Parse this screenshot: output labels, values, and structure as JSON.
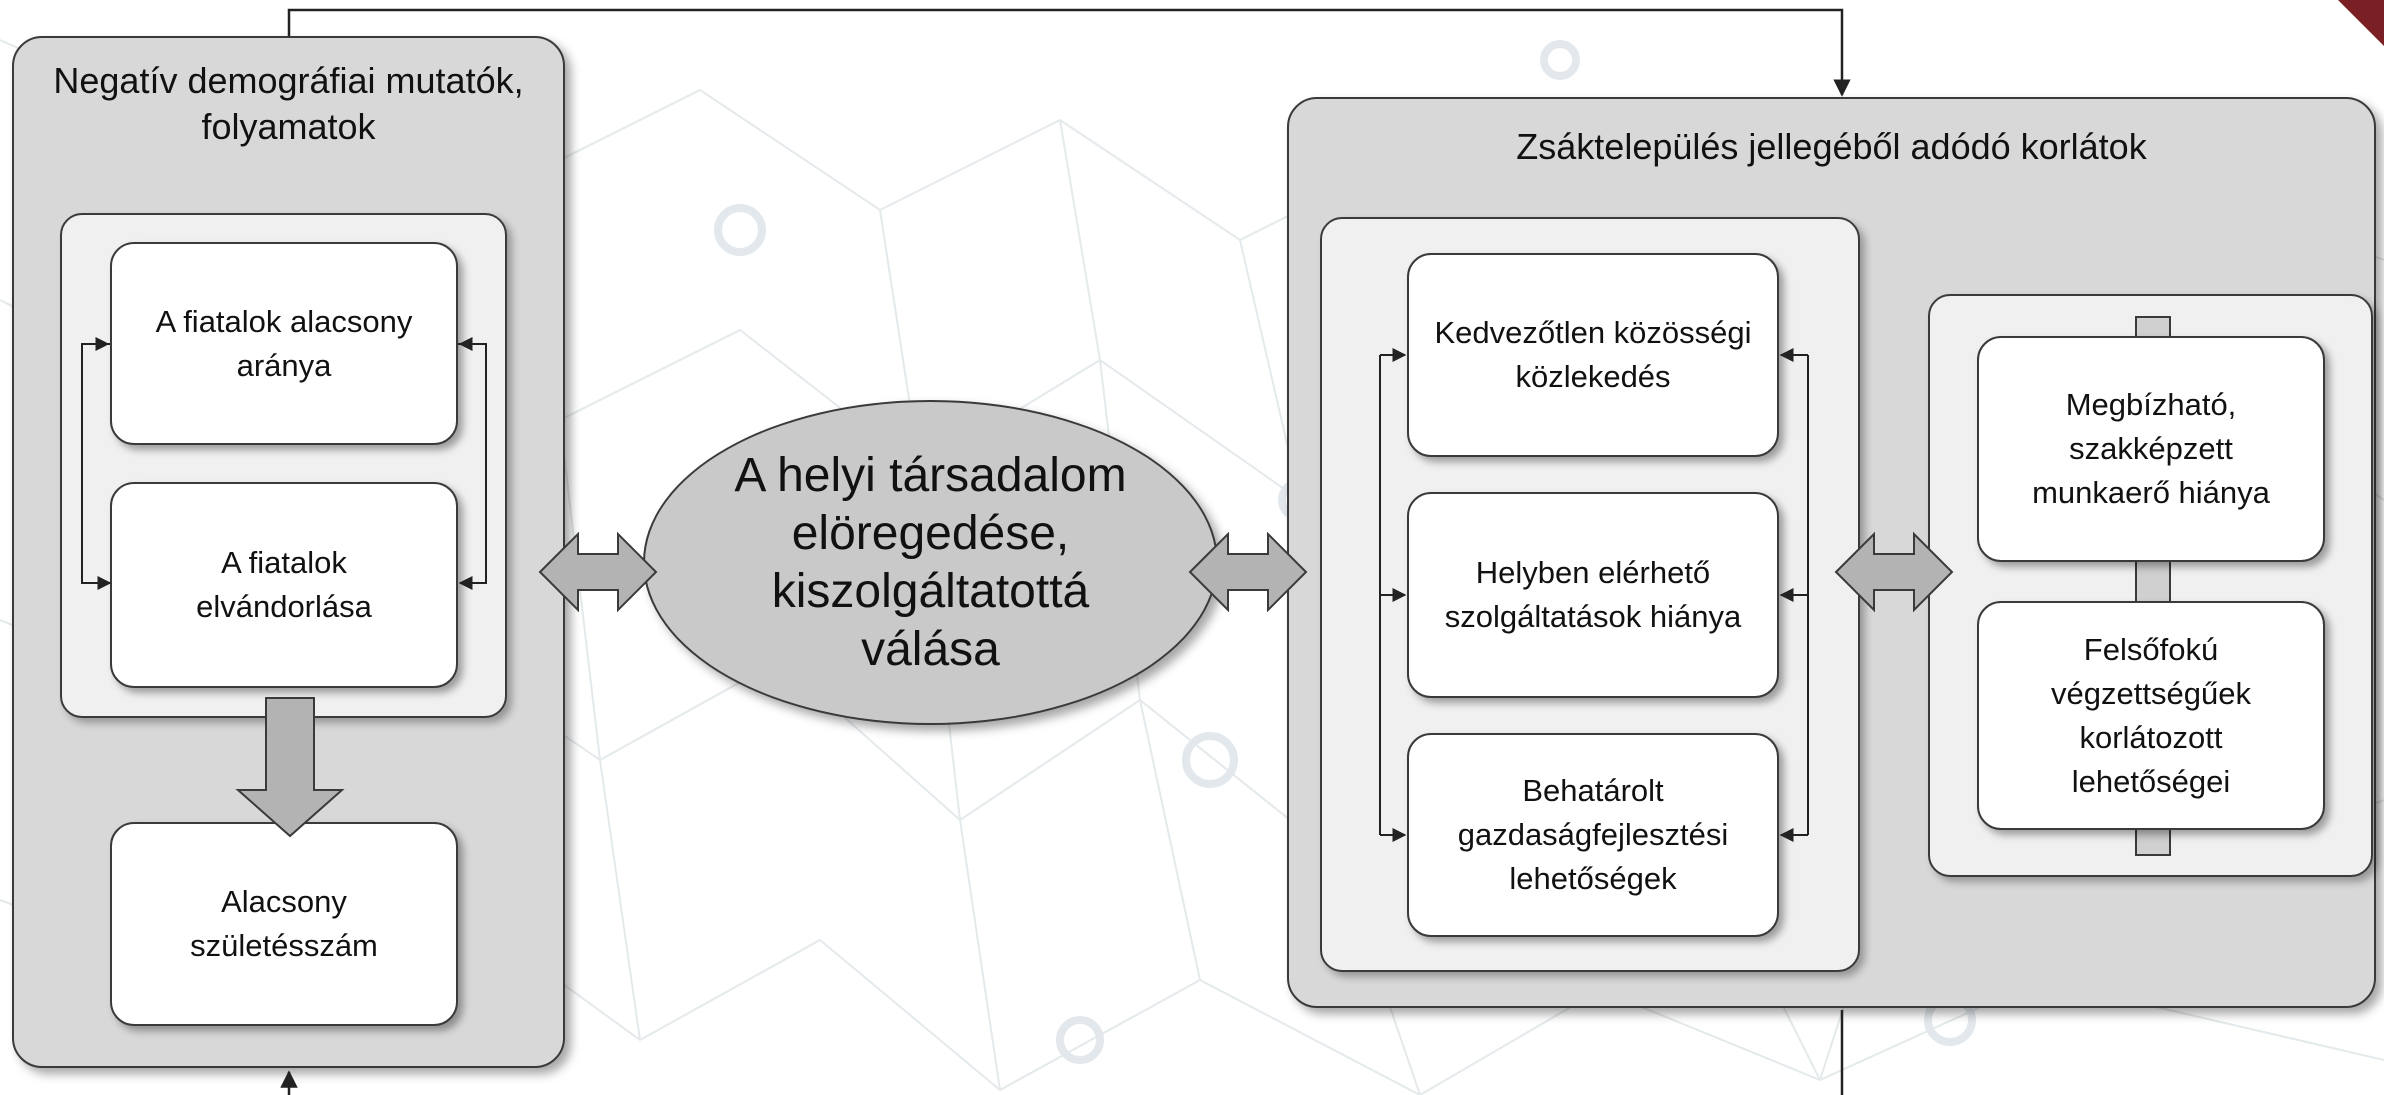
{
  "left_panel": {
    "title": "Negatív demográfiai mutatók,\nfolyamatok",
    "box1": "A fiatalok alacsony\naránya",
    "box2": "A fiatalok\nelvándorlása",
    "box3": "Alacsony\nszületésszám"
  },
  "center": {
    "label": "A helyi társadalom\nelöregedése,\nkiszolgáltatottá\nválása"
  },
  "right_panel": {
    "title": "Zsáktelepülés jellegéből adódó korlátok",
    "box1": "Kedvezőtlen közösségi\nközlekedés",
    "box2": "Helyben elérhető\nszolgáltatások hiánya",
    "box3": "Behatárolt\ngazdaságfejlesztési\nlehetőségek",
    "box4": "Megbízható,\nszakképzett\nmunkaerő hiánya",
    "box5": "Felsőfokú\nvégzettségűek\nkorlátozott\nlehetőségei"
  },
  "colors": {
    "panel": "#d8d8d8",
    "inner": "#f0f0f0",
    "ellipse": "#c9c9c9",
    "arrow": "#b3b3b3",
    "corner_badge": "#7a1f24"
  }
}
